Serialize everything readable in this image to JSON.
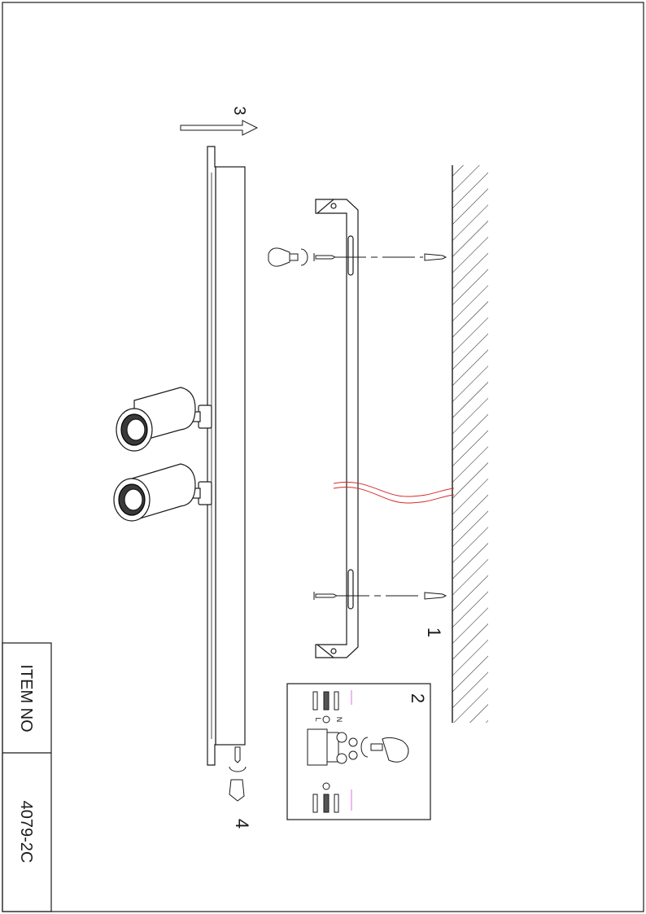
{
  "title_block": {
    "item_label": "ITEM NO",
    "item_value": "4079-2C"
  },
  "steps": {
    "step1": "1",
    "step2": "2",
    "step3": "3",
    "step4": "4"
  },
  "terminal_labels": {
    "live": "L",
    "neutral": "N"
  },
  "colors": {
    "line": "#1a1a1a",
    "cable": "#d42a2a",
    "wire_accent": "#e070e0"
  }
}
